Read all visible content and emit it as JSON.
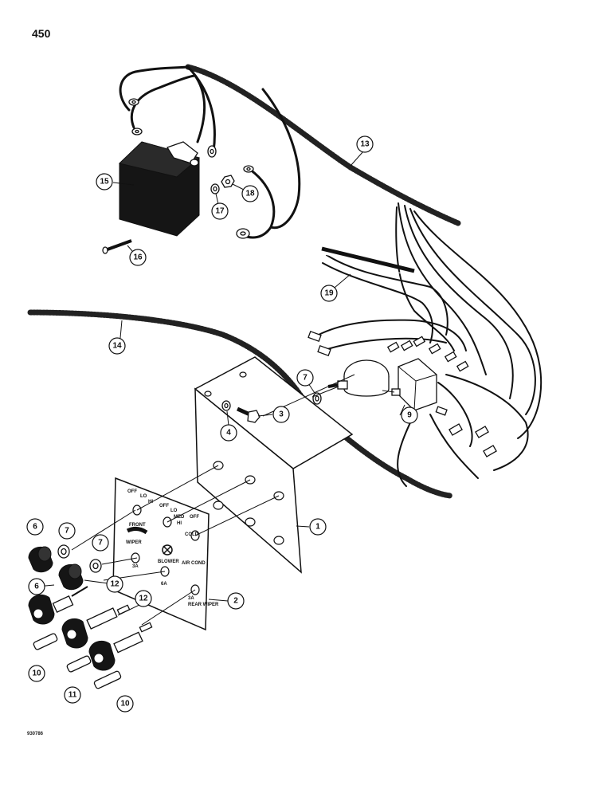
{
  "page": {
    "number": "450",
    "doc_code": "930786"
  },
  "panel_labels": [
    "OFF",
    "LO",
    "HI",
    "FRONT",
    "WIPER",
    "MED",
    "COLD",
    "BLOWER",
    "AIR COND",
    "3A",
    "6A",
    "REAR WIPER"
  ],
  "callouts": [
    "1",
    "2",
    "3",
    "4",
    "6",
    "6",
    "7",
    "7",
    "7",
    "9",
    "10",
    "10",
    "11",
    "12",
    "12",
    "13",
    "14",
    "15",
    "16",
    "17",
    "18",
    "19"
  ]
}
